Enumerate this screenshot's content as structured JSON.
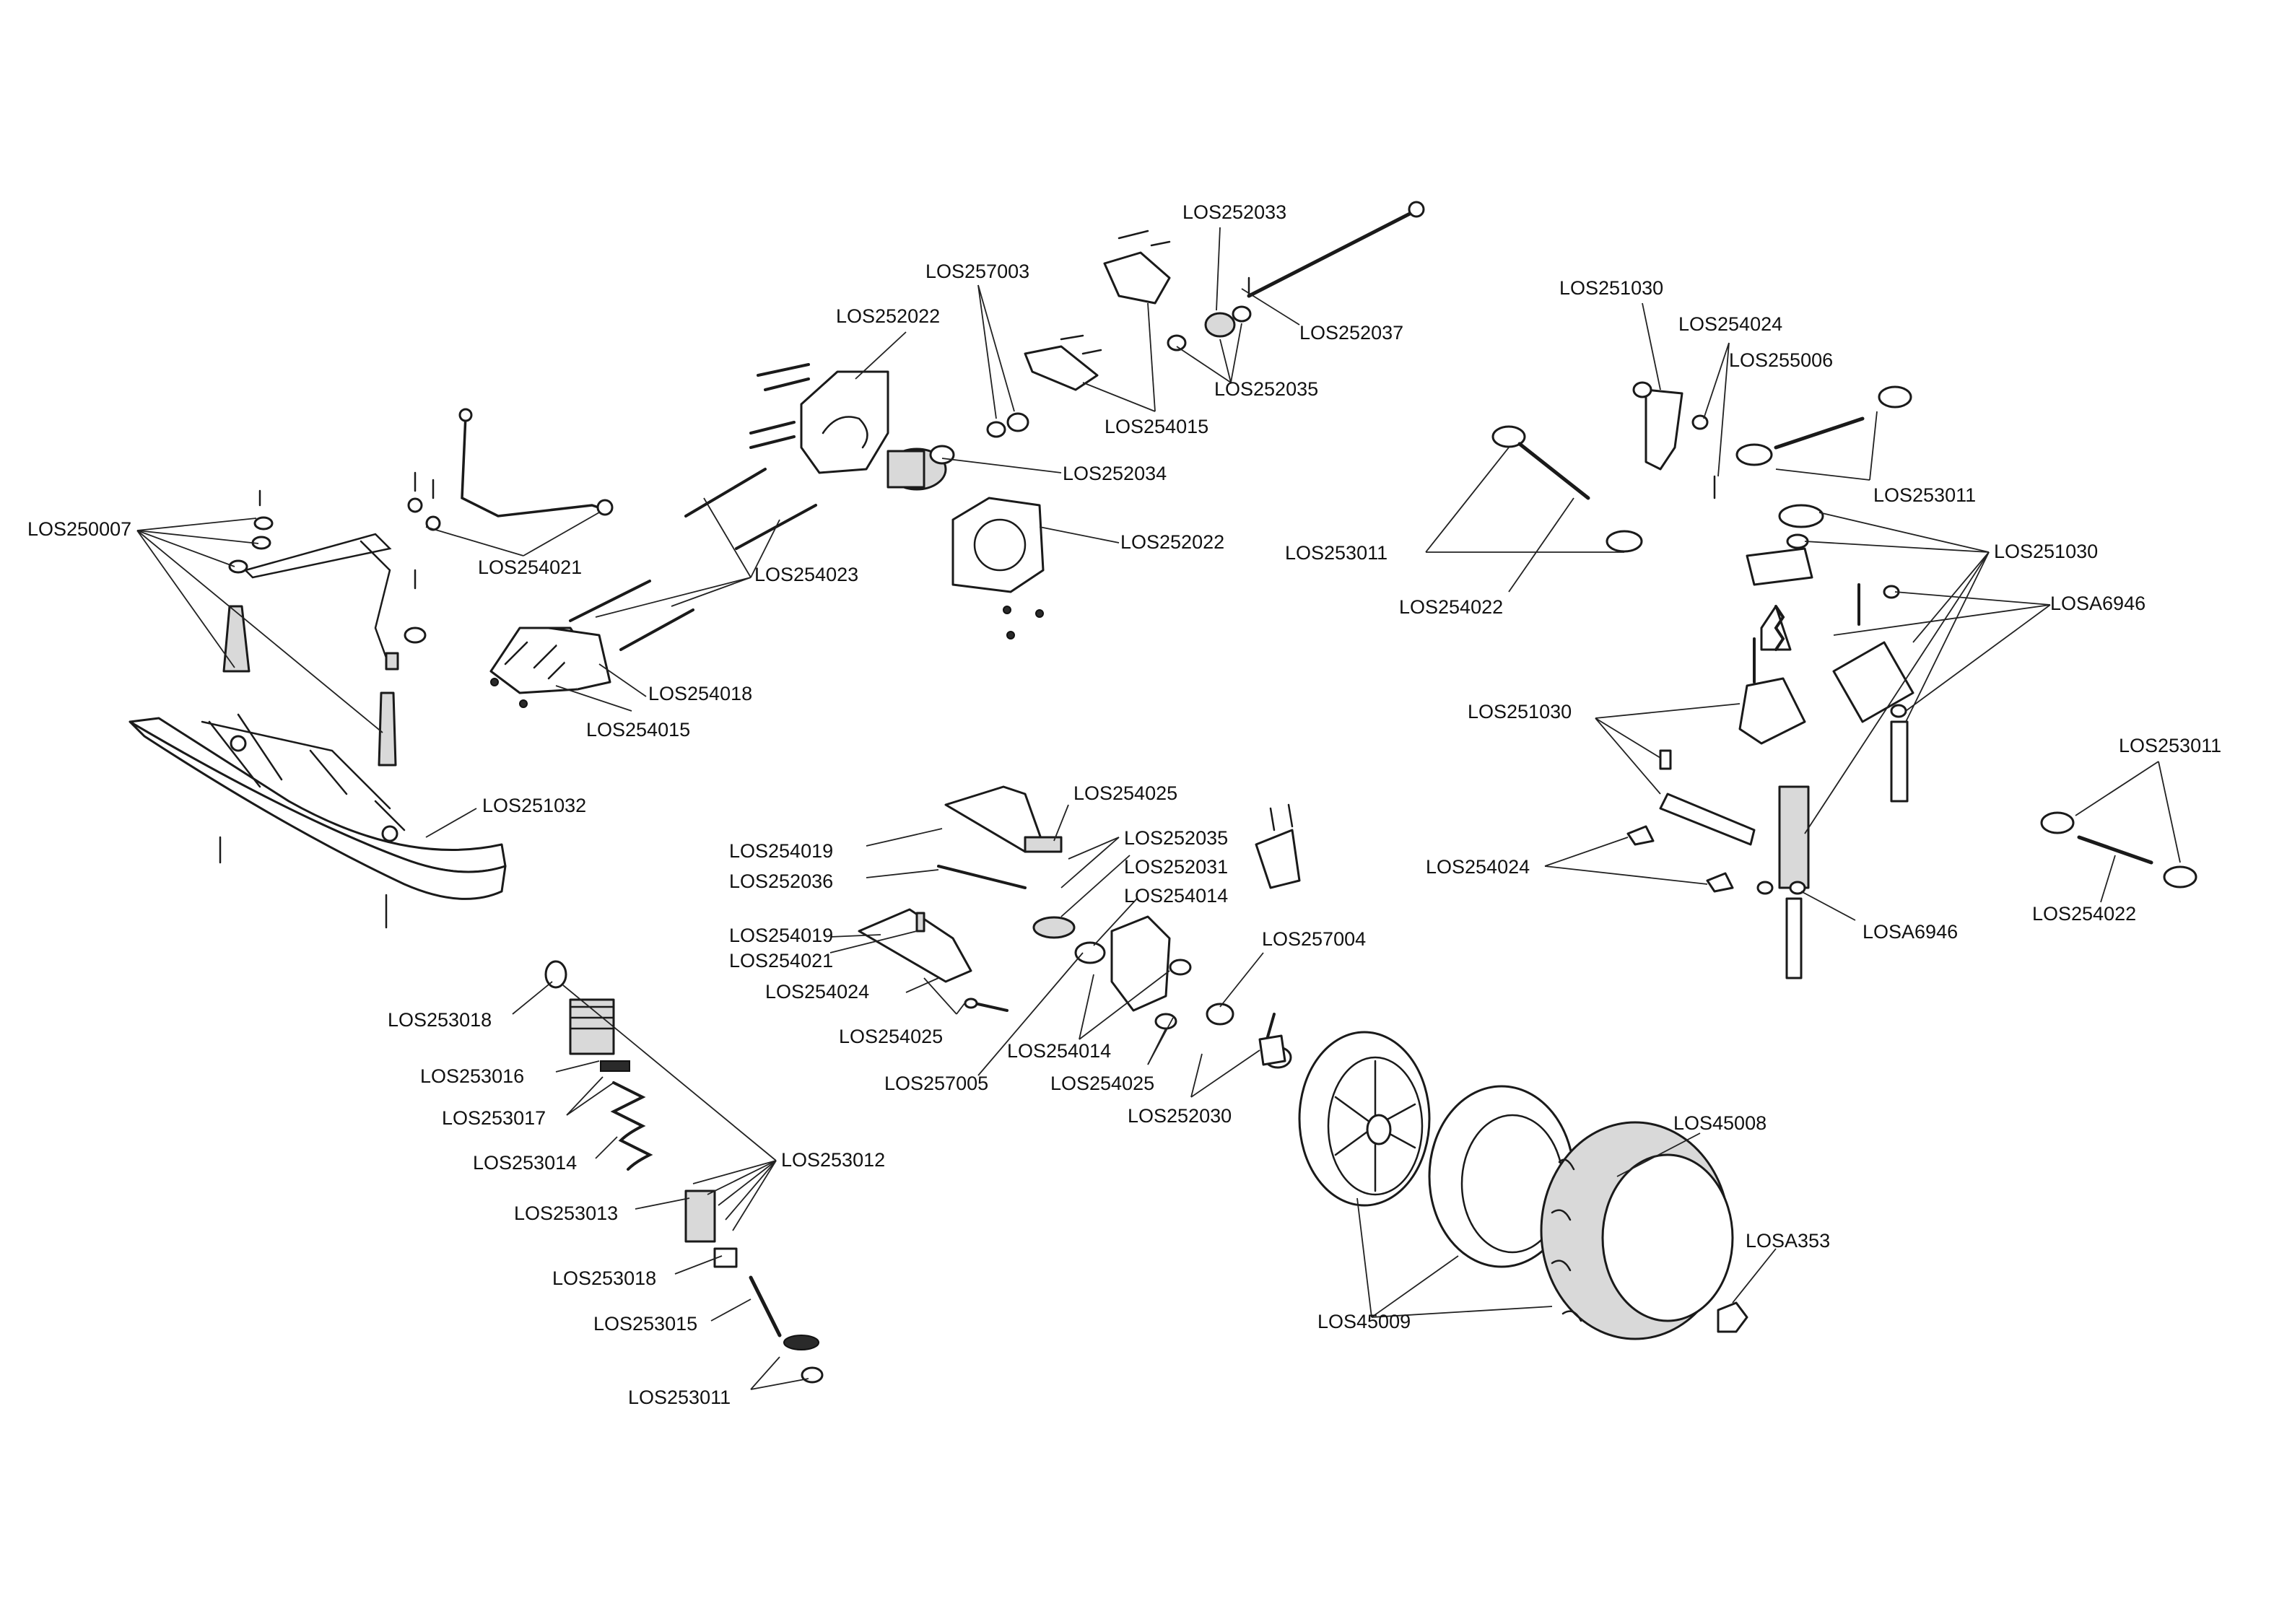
{
  "title": "",
  "labels": {
    "los250007": "LOS250007",
    "los254021_a": "LOS254021",
    "los254023": "LOS254023",
    "los254018": "LOS254018",
    "los254015_a": "LOS254015",
    "los251032": "LOS251032",
    "los252022_top": "LOS252022",
    "los257003": "LOS257003",
    "los252033": "LOS252033",
    "los252037": "LOS252037",
    "los252035_a": "LOS252035",
    "los254015_b": "LOS254015",
    "los252034": "LOS252034",
    "los252022_right": "LOS252022",
    "los251030_top": "LOS251030",
    "los254024_top": "LOS254024",
    "los255006": "LOS255006",
    "los253011_top": "LOS253011",
    "los253011_left": "LOS253011",
    "los254022_left": "LOS254022",
    "los251030_right": "LOS251030",
    "losa6946_right": "LOSA6946",
    "los251030_mid": "LOS251030",
    "los253011_right": "LOS253011",
    "los254024_mid": "LOS254024",
    "los254022_right": "LOS254022",
    "losa6946_bottom": "LOSA6946",
    "los254025_a": "LOS254025",
    "los252035_b": "LOS252035",
    "los254019_a": "LOS254019",
    "los252031": "LOS252031",
    "los252036": "LOS252036",
    "los254014_a": "LOS254014",
    "los254019_b": "LOS254019",
    "los254021_b": "LOS254021",
    "los257004": "LOS257004",
    "los254024_bottom": "LOS254024",
    "los254025_b": "LOS254025",
    "los254014_b": "LOS254014",
    "los257005": "LOS257005",
    "los254025_c": "LOS254025",
    "los252030": "LOS252030",
    "los253018_a": "LOS253018",
    "los253016": "LOS253016",
    "los253017": "LOS253017",
    "los253014": "LOS253014",
    "los253012": "LOS253012",
    "los253013": "LOS253013",
    "los253018_b": "LOS253018",
    "los253015": "LOS253015",
    "los253011_bottom": "LOS253011",
    "los45008": "LOS45008",
    "losa353": "LOSA353",
    "los45009": "LOS45009"
  }
}
